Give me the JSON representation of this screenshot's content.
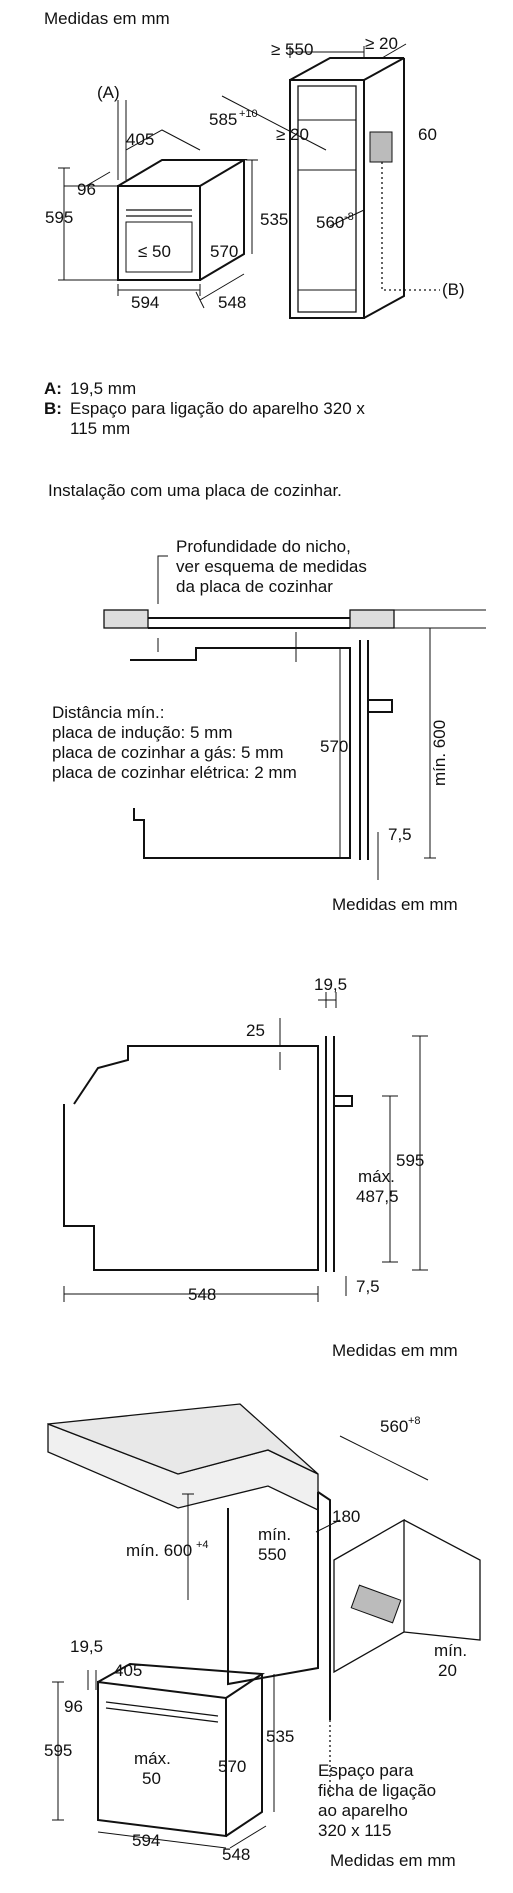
{
  "section1": {
    "caption": "Medidas em mm",
    "dims": {
      "d550": "≥ 550",
      "d20a": "≥ 20",
      "labelA": "(A)",
      "d405": "405",
      "d585": "585",
      "d585sup": "+10",
      "d20b": "≥ 20",
      "d60": "60",
      "d96": "96",
      "d595": "595",
      "d535": "535",
      "d560": "560",
      "d560sup": "-8",
      "d50": "≤ 50",
      "d570": "570",
      "labelB": "(B)",
      "d594": "594",
      "d548": "548"
    },
    "notes": [
      {
        "key": "A:",
        "text": "19,5 mm"
      },
      {
        "key": "B:",
        "text": "Espaço para ligação do aparelho 320 x"
      },
      {
        "key": "",
        "text": "115 mm"
      }
    ]
  },
  "section2": {
    "title": "Instalação com uma placa de cozinhar.",
    "depth_note": [
      "Profundidade do nicho,",
      "ver esquema de medidas",
      "da placa de cozinhar"
    ],
    "distance_note": [
      "Distância mín.:",
      "placa de indução: 5 mm",
      "placa de cozinhar a gás: 5 mm",
      "placa de cozinhar elétrica: 2 mm"
    ],
    "d570": "570",
    "dmin600": "mín. 600",
    "d75": "7,5",
    "caption": "Medidas em mm"
  },
  "section3": {
    "d195": "19,5",
    "d25": "25",
    "d595": "595",
    "dmax": "máx.",
    "d4875": "487,5",
    "d548": "548",
    "d75": "7,5",
    "caption": "Medidas em mm"
  },
  "section4": {
    "d560": "560",
    "d560sup": "+8",
    "dmin600": "mín. 600",
    "dmin600sup": "+4",
    "dmin550a": "mín.",
    "dmin550b": "550",
    "d180": "180",
    "dmin20a": "mín.",
    "dmin20b": "20",
    "d195": "19,5",
    "d405": "405",
    "d96": "96",
    "d595": "595",
    "d535": "535",
    "dmax50a": "máx.",
    "dmax50b": "50",
    "d570": "570",
    "d594": "594",
    "d548": "548",
    "plug_note": [
      "Espaço para",
      "ficha de ligação",
      "ao aparelho",
      "320 x 115"
    ],
    "caption": "Medidas em mm"
  }
}
